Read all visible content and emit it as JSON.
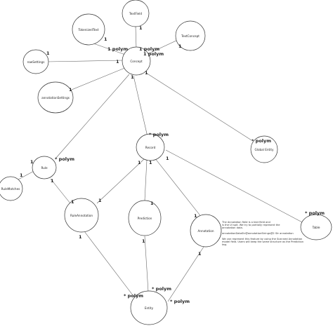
{
  "diagram": {
    "nodes": {
      "textfield": "TextField",
      "tokenizedtext": "TokenizedText",
      "textconcept": "TextConcept",
      "rowsettings": "rowSettings",
      "annotationsettings": "annotationSettings",
      "concept": "Concept",
      "record": "Record",
      "global_entity": "Global Entity",
      "rule": "Rule",
      "rulematches": "RuleMatches",
      "ruleannotation": "RuleAnnotation",
      "prediction": "Prediction",
      "annotation": "Annotation",
      "table": "Table",
      "entity": "Entity"
    },
    "cardinality": {
      "one": "1",
      "polym": "* polym",
      "one_polym": "1 polym"
    },
    "note": [
      "The Annotation field is a text field and",
      "is the UI spit. We try to partially represent the",
      "annotation data.",
      "",
      "annotationDataStr@annotationStrings@2 Str annotation",
      "",
      "We can represent this feature by using the Scanned Annotation",
      "model field. Users will keep the same structure as the Prediction",
      "tag."
    ]
  }
}
